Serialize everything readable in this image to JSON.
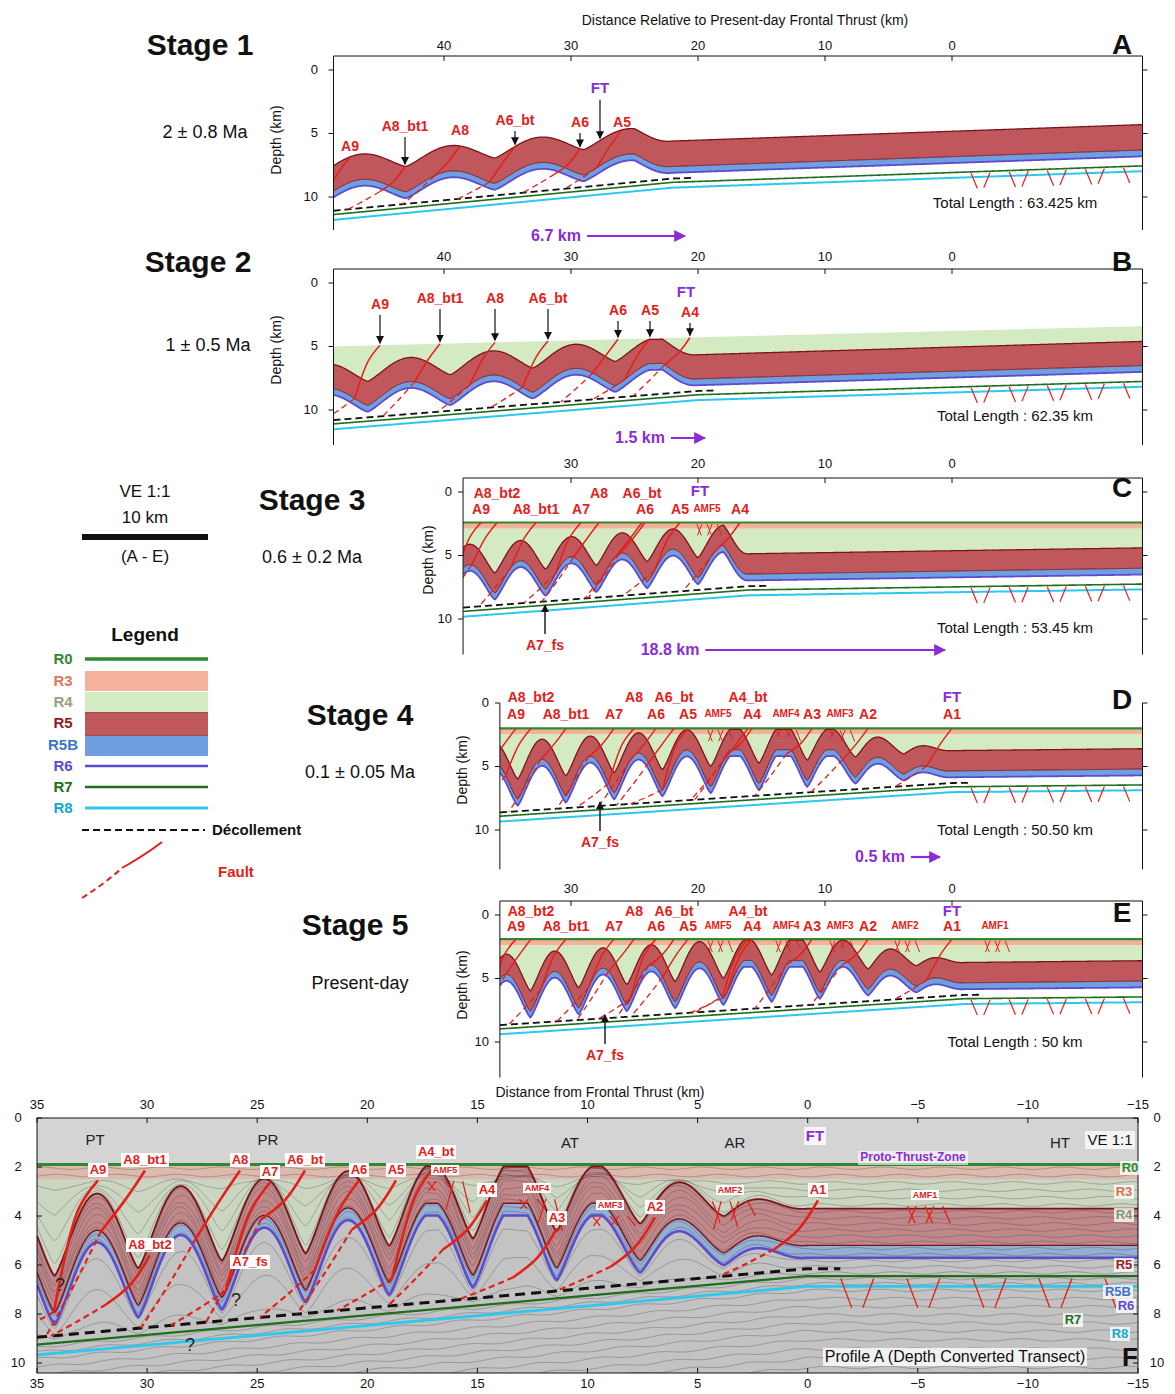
{
  "diagram": {
    "labels": [
      "Distance Relative to Present-day Frontal Thrust (km)",
      "40",
      "30",
      "20",
      "10",
      "0",
      "Stage 1",
      "2 ± 0.8 Ma",
      "Depth (km)",
      "0",
      "5",
      "10",
      "A",
      "FT",
      "A9",
      "A8_bt1",
      "A8",
      "A6_bt",
      "A6",
      "A5",
      "Total Length : 63.425 km",
      "6.7 km",
      "40",
      "30",
      "20",
      "10",
      "0",
      "Stage 2",
      "1 ± 0.5 Ma",
      "Depth (km)",
      "0",
      "5",
      "10",
      "B",
      "FT",
      "A9",
      "A8_bt1",
      "A8",
      "A6_bt",
      "A6",
      "A5",
      "A4",
      "Total Length : 62.35 km",
      "1.5 km",
      "30",
      "20",
      "10",
      "0",
      "Stage 3",
      "0.6 ± 0.2 Ma",
      "Depth (km)",
      "0",
      "5",
      "10",
      "C",
      "A8_bt2",
      "A9",
      "A8_bt1",
      "A8",
      "A7",
      "A6_bt",
      "A6",
      "A5",
      "AMF5",
      "A4",
      "FT",
      "A7_fs",
      "Total Length : 53.45 km",
      "18.8 km",
      "Stage 4",
      "0.1 ± 0.05 Ma",
      "Depth (km)",
      "0",
      "5",
      "10",
      "D",
      "A8_bt2",
      "A9",
      "A8_bt1",
      "A8",
      "A7",
      "A6_bt",
      "A6",
      "A5",
      "A4_bt",
      "AMF5",
      "A4",
      "AMF4",
      "A3",
      "AMF3",
      "A2",
      "FT",
      "A1",
      "A7_fs",
      "Total Length : 50.50 km",
      "0.5 km",
      "30",
      "20",
      "10",
      "0",
      "Stage 5",
      "Present-day",
      "Depth (km)",
      "0",
      "5",
      "10",
      "E",
      "A8_bt2",
      "A9",
      "A8_bt1",
      "A8",
      "A7",
      "A6_bt",
      "A6",
      "A5",
      "A4_bt",
      "AMF5",
      "A4",
      "AMF4",
      "A3",
      "AMF3",
      "A2",
      "AMF2",
      "FT",
      "A1",
      "AMF1",
      "A7_fs",
      "Total Length : 50 km",
      "Distance from Frontal Thrust (km)",
      "VE 1:1",
      "10 km",
      "(A - E)",
      "Legend",
      "35",
      "30",
      "25",
      "20",
      "15",
      "10",
      "5",
      "0",
      "−5",
      "−10",
      "−15",
      "35",
      "30",
      "25",
      "20",
      "15",
      "10",
      "5",
      "0",
      "−5",
      "−10",
      "−15",
      "0",
      "2",
      "4",
      "6",
      "8",
      "10",
      "0",
      "2",
      "4",
      "6",
      "8",
      "10",
      "PT",
      "PR",
      "AT",
      "AR",
      "HT",
      "VE 1:1",
      "FT",
      "Proto-Thrust-Zone",
      "A9",
      "A8_bt1",
      "A8",
      "A7",
      "A6_bt",
      "A6",
      "A5",
      "A4_bt",
      "AMF5",
      "A4",
      "AMF4",
      "A3",
      "AMF3",
      "A2",
      "AMF2",
      "A1",
      "AMF1",
      "A8_bt2",
      "A7_fs",
      "?",
      "?",
      "?",
      "R0",
      "R3",
      "R4",
      "R5",
      "R5B",
      "R6",
      "R7",
      "R8",
      "F",
      "Profile A (Depth Converted Transect)"
    ],
    "legend": [
      {
        "text": "R0"
      },
      {
        "text": "R3",
        "color": "#f5b29a"
      },
      {
        "text": "R4",
        "color": "#d4eac2"
      },
      {
        "text": "R5",
        "color": "#c0575c"
      },
      {
        "text": "R5B",
        "color": "#6f9fe0"
      },
      {
        "text": "R6"
      },
      {
        "text": "R7"
      },
      {
        "text": "R8"
      },
      {
        "text": "Décollement"
      },
      {
        "text": "Fault"
      }
    ]
  }
}
